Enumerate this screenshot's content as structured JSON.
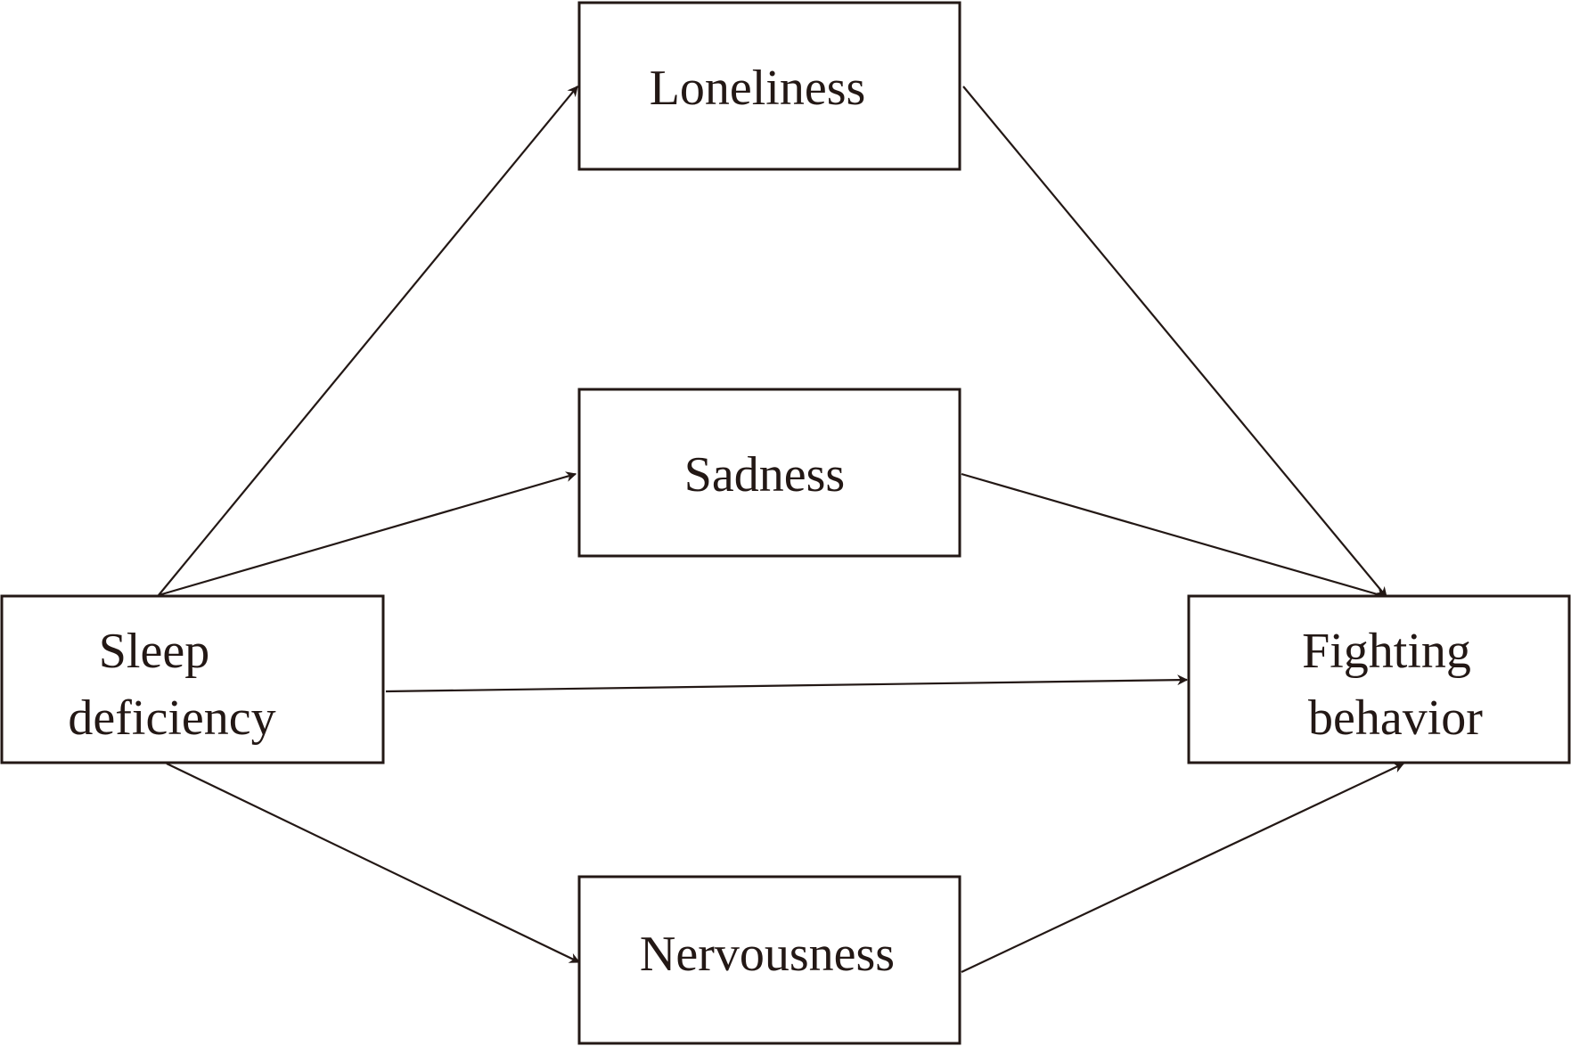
{
  "nodes": {
    "loneliness": {
      "lines": [
        "Loneliness"
      ]
    },
    "sadness": {
      "lines": [
        "Sadness"
      ]
    },
    "nervousness": {
      "lines": [
        "Nervousness"
      ]
    },
    "sleep_deficiency": {
      "lines": [
        "Sleep",
        "deficiency"
      ]
    },
    "fighting_behavior": {
      "lines": [
        "Fighting",
        "behavior"
      ]
    }
  },
  "edges": [
    {
      "from": "sleep_deficiency",
      "to": "loneliness"
    },
    {
      "from": "sleep_deficiency",
      "to": "sadness"
    },
    {
      "from": "sleep_deficiency",
      "to": "fighting_behavior"
    },
    {
      "from": "sleep_deficiency",
      "to": "nervousness"
    },
    {
      "from": "loneliness",
      "to": "fighting_behavior"
    },
    {
      "from": "sadness",
      "to": "fighting_behavior"
    },
    {
      "from": "nervousness",
      "to": "fighting_behavior"
    }
  ],
  "colors": {
    "stroke": "#231815",
    "background": "#ffffff"
  }
}
